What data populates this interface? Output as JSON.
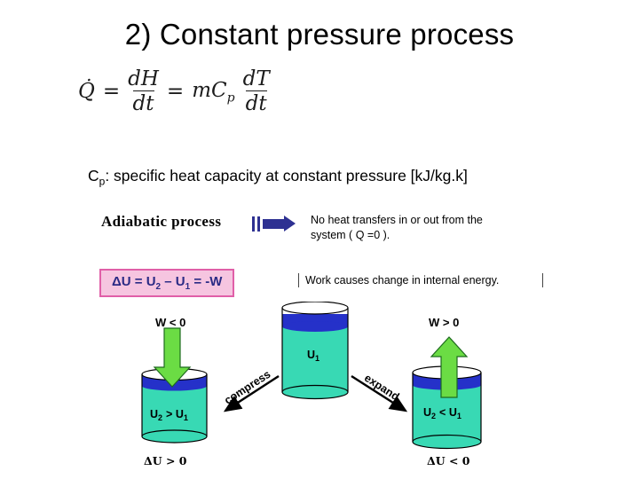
{
  "slide": {
    "title": "2) Constant pressure process",
    "formula": {
      "q": "Q̇",
      "eq1": "=",
      "num1": "dH",
      "den1": "dt",
      "eq2": "=",
      "m": "mC",
      "m_sub": "p",
      "num2": "dT",
      "den2": "dt"
    },
    "caption": {
      "c": "C",
      "c_sub": "p",
      "rest": ": specific heat capacity at constant pressure [kJ/kg.k]"
    }
  },
  "figure": {
    "adiabatic": {
      "label": "Adiabatic process",
      "description_lines": [
        "No heat transfers in or out from the",
        "system  ( Q =0 )."
      ]
    },
    "energy": {
      "parts": {
        "a": "ΔU = U",
        "a_sub": "2",
        "b": " – U",
        "b_sub": "1",
        "c": " = -W"
      },
      "description": "Work  causes change in internal energy."
    },
    "diagram": {
      "left": {
        "w": "W < 0",
        "u_a": "U",
        "u_a_sub": "2",
        "u_b": "> U",
        "u_b_sub": "1",
        "du": "ΔU  > 0"
      },
      "middle": {
        "u": "U",
        "u_sub": "1"
      },
      "right": {
        "w": "W > 0",
        "u_a": "U",
        "u_a_sub": "2",
        "u_b": "< U",
        "u_b_sub": "1",
        "du": "ΔU < 0"
      },
      "compress_label": "compress",
      "expand_label": "expand"
    },
    "colors": {
      "teal": "#38D9B4",
      "piston_blue": "#2531C9",
      "arrow_green": "#6BDC44",
      "arrow_blue": "#2E3192",
      "pink_bg": "#F6C5E0",
      "pink_border": "#E05FA8"
    }
  }
}
